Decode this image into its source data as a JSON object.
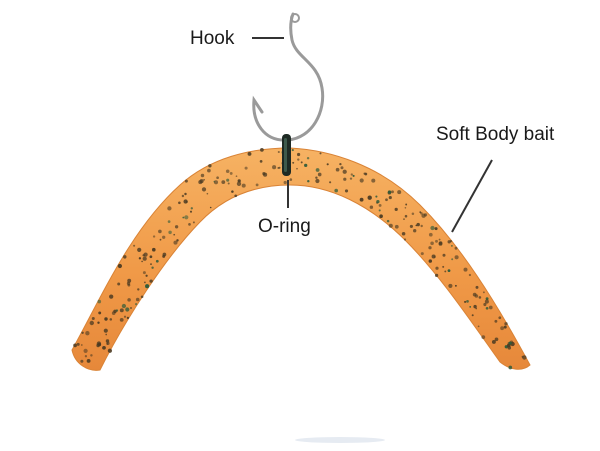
{
  "labels": {
    "hook": "Hook",
    "bait": "Soft Body bait",
    "oring": "O-ring"
  },
  "colors": {
    "bait_body": "#f2a04f",
    "bait_shade": "#e08a3a",
    "bait_speckle": "#4a3a22",
    "hook_metal": "#9a9a9a",
    "oring": "#1e2a24",
    "leader_line": "#333333"
  },
  "icons": {
    "hook": "fishing-hook-icon",
    "oring": "o-ring-icon"
  }
}
